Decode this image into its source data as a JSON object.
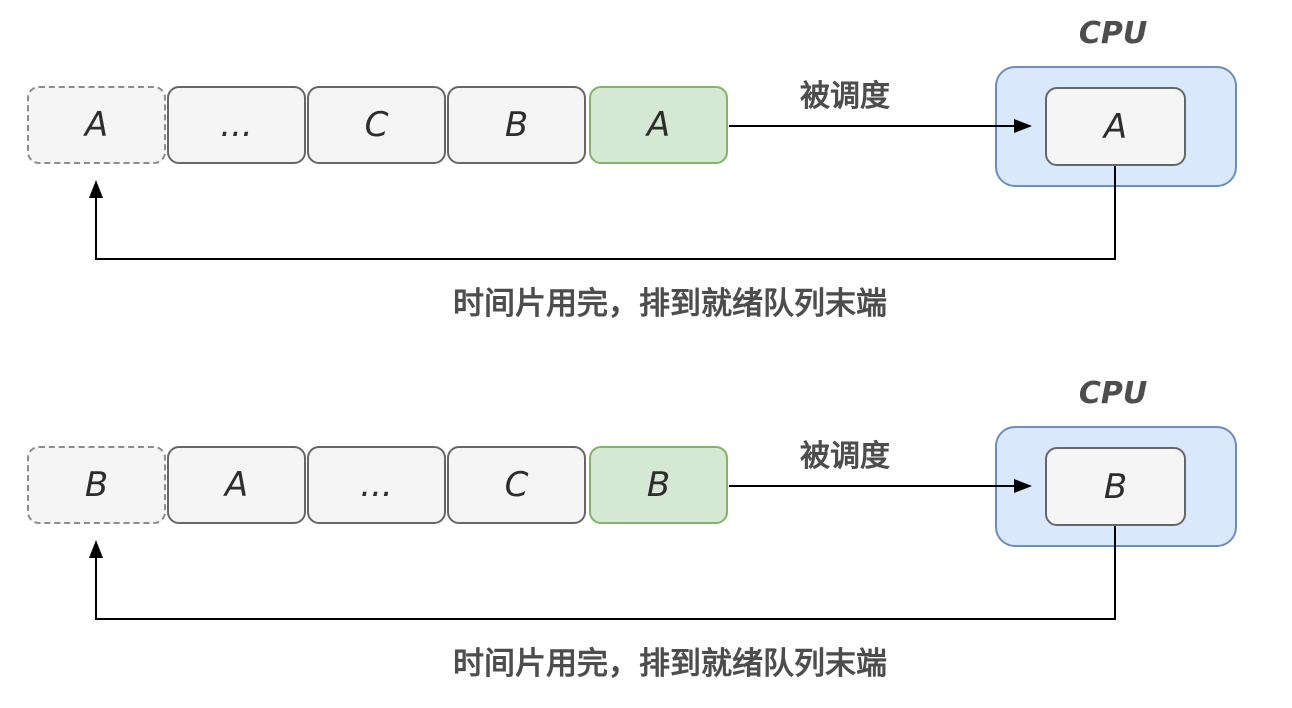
{
  "background": "#ffffff",
  "colors": {
    "box_fill": "#f5f5f5",
    "box_border": "#666666",
    "dashed_border": "#8c8c8c",
    "scheduled_fill": "#d5e8d4",
    "scheduled_border": "#82b366",
    "cpu_fill": "#dae8fc",
    "cpu_border": "#6c8ebf",
    "arrow": "#000000",
    "label_text": "#4d4d4d",
    "letter_text": "#2d2d2d"
  },
  "diagrams": [
    {
      "cpu_label": "CPU",
      "schedule_label": "被调度",
      "return_label": "时间片用完，排到就绪队列末端",
      "cpu_process": "A",
      "queue": [
        {
          "label": "A",
          "variant": "dashed"
        },
        {
          "label": "...",
          "variant": "solid"
        },
        {
          "label": "C",
          "variant": "solid"
        },
        {
          "label": "B",
          "variant": "solid"
        },
        {
          "label": "A",
          "variant": "scheduled"
        }
      ]
    },
    {
      "cpu_label": "CPU",
      "schedule_label": "被调度",
      "return_label": "时间片用完，排到就绪队列末端",
      "cpu_process": "B",
      "queue": [
        {
          "label": "B",
          "variant": "dashed"
        },
        {
          "label": "A",
          "variant": "solid"
        },
        {
          "label": "...",
          "variant": "solid"
        },
        {
          "label": "C",
          "variant": "solid"
        },
        {
          "label": "B",
          "variant": "scheduled"
        }
      ]
    }
  ]
}
